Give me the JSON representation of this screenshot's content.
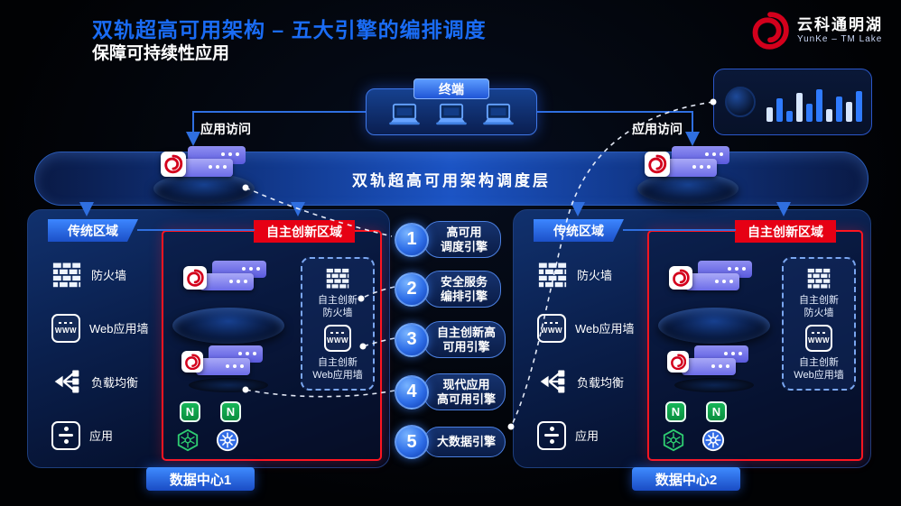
{
  "title": {
    "main": "双轨超高可用架构 – 五大引擎的编排调度",
    "sub": "保障可持续性应用"
  },
  "logo": {
    "name": "云科通明湖",
    "latin": "YunKe – TM Lake"
  },
  "dashboard": {
    "bars": [
      {
        "h": 16,
        "c": "#d6e6ff"
      },
      {
        "h": 26,
        "c": "#2f7bff"
      },
      {
        "h": 12,
        "c": "#2f7bff"
      },
      {
        "h": 32,
        "c": "#d6e6ff"
      },
      {
        "h": 20,
        "c": "#2f7bff"
      },
      {
        "h": 36,
        "c": "#2f7bff"
      },
      {
        "h": 14,
        "c": "#d6e6ff"
      },
      {
        "h": 28,
        "c": "#2f7bff"
      },
      {
        "h": 22,
        "c": "#d6e6ff"
      },
      {
        "h": 34,
        "c": "#2f7bff"
      }
    ]
  },
  "terminal": {
    "label": "终端"
  },
  "access": {
    "left": "应用访问",
    "right": "应用访问"
  },
  "scheduler": {
    "label": "双轨超高可用架构调度层"
  },
  "engines": [
    {
      "num": "1",
      "line1": "高可用",
      "line2": "调度引擎"
    },
    {
      "num": "2",
      "line1": "安全服务",
      "line2": "编排引擎"
    },
    {
      "num": "3",
      "line1": "自主创新高",
      "line2": "可用引擎"
    },
    {
      "num": "4",
      "line1": "现代应用",
      "line2": "高可用引擎"
    },
    {
      "num": "5",
      "line1": "大数据引擎",
      "line2": ""
    }
  ],
  "icon_text": {
    "www": "WWW",
    "nginx": "N"
  },
  "dc1": {
    "traditional": {
      "label": "传统区域",
      "items": [
        "防火墙",
        "Web应用墙",
        "负载均衡",
        "应用"
      ]
    },
    "innovation": {
      "label": "自主创新区域",
      "fw_line1": "自主创新",
      "fw_line2": "防火墙",
      "waf_line1": "自主创新",
      "waf_line2": "Web应用墙"
    },
    "footer": "数据中心1"
  },
  "dc2": {
    "traditional": {
      "label": "传统区域",
      "items": [
        "防火墙",
        "Web应用墙",
        "负载均衡",
        "应用"
      ]
    },
    "innovation": {
      "label": "自主创新区域",
      "fw_line1": "自主创新",
      "fw_line2": "防火墙",
      "waf_line1": "自主创新",
      "waf_line2": "Web应用墙"
    },
    "footer": "数据中心2"
  }
}
